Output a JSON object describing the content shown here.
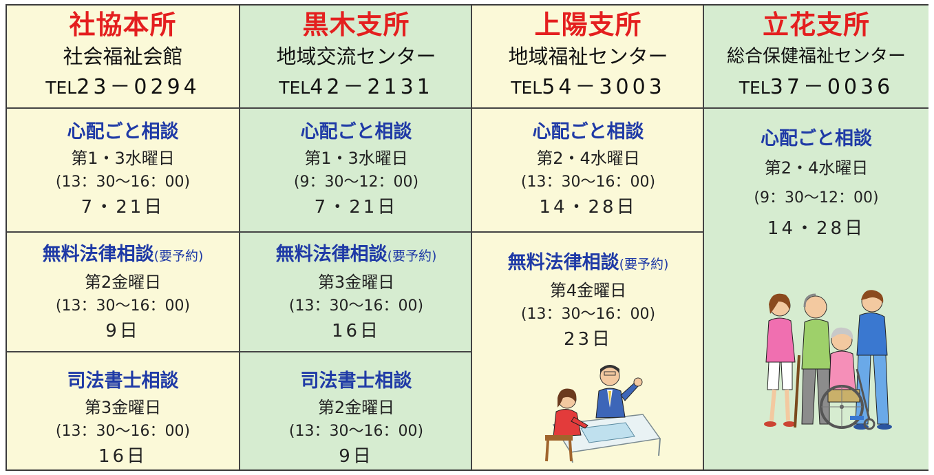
{
  "offices": [
    {
      "name": "社協本所",
      "facility": "社会福祉会館",
      "tel_prefix": "TEL",
      "tel_number": "23－0294",
      "sections": [
        {
          "title": "心配ごと相談",
          "note": "",
          "day": "第1・3水曜日",
          "time": "(13：30～16：00)",
          "dates": "7・21日"
        },
        {
          "title": "無料法律相談",
          "note": "(要予約)",
          "day": "第2金曜日",
          "time": "(13：30～16：00)",
          "dates": "9日"
        },
        {
          "title": "司法書士相談",
          "note": "",
          "day": "第3金曜日",
          "time": "(13：30～16：00)",
          "dates": "16日"
        }
      ]
    },
    {
      "name": "黒木支所",
      "facility": "地域交流センター",
      "tel_prefix": "TEL",
      "tel_number": "42－2131",
      "sections": [
        {
          "title": "心配ごと相談",
          "note": "",
          "day": "第1・3水曜日",
          "time": "(9：30～12：00)",
          "dates": "7・21日"
        },
        {
          "title": "無料法律相談",
          "note": "(要予約)",
          "day": "第3金曜日",
          "time": "(13：30～16：00)",
          "dates": "16日"
        },
        {
          "title": "司法書士相談",
          "note": "",
          "day": "第2金曜日",
          "time": "(13：30～16：00)",
          "dates": "9日"
        }
      ]
    },
    {
      "name": "上陽支所",
      "facility": "地域福祉センター",
      "tel_prefix": "TEL",
      "tel_number": "54－3003",
      "sections": [
        {
          "title": "心配ごと相談",
          "note": "",
          "day": "第2・4水曜日",
          "time": "(13：30～16：00)",
          "dates": "14・28日"
        },
        {
          "title": "無料法律相談",
          "note": "(要予約)",
          "day": "第4金曜日",
          "time": "(13：30～16：00)",
          "dates": "23日"
        }
      ]
    },
    {
      "name": "立花支所",
      "facility": "総合保健福祉センター",
      "tel_prefix": "TEL",
      "tel_number": "37－0036",
      "sections": [
        {
          "title": "心配ごと相談",
          "note": "",
          "day": "第2・4水曜日",
          "time": "(9：30～12：00)",
          "dates": "14・28日"
        }
      ]
    }
  ],
  "colors": {
    "cream": "#fbf9d8",
    "green": "#d6ecd0",
    "office_name": "#e41f1f",
    "section_title": "#1f3aa6"
  },
  "illustrations": [
    "consultation-illustration",
    "family-wheelchair-illustration"
  ]
}
